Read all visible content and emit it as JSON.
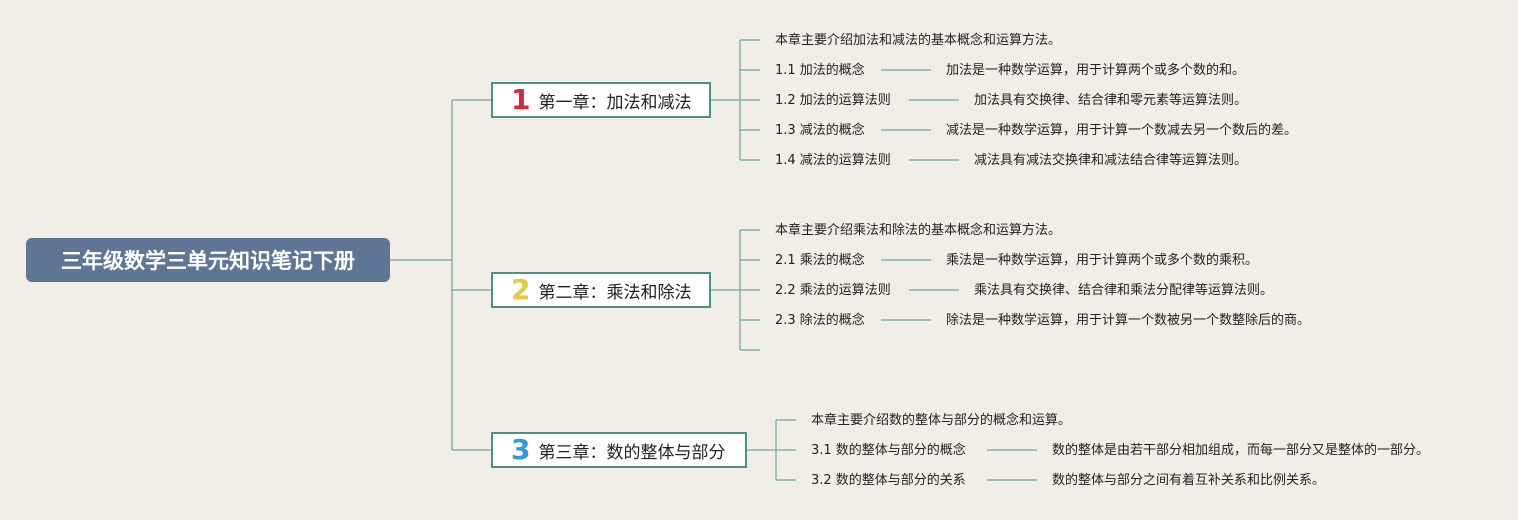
{
  "root": {
    "title": "三年级数学三单元知识笔记下册"
  },
  "colors": {
    "root_bg": "#5f7596",
    "line": "#4f8f86",
    "num1": "#d6283f",
    "num2": "#e9c83c",
    "num3": "#2f9bd6"
  },
  "chapters": [
    {
      "num": "1",
      "title": "第一章：加法和减法",
      "intro": "本章主要介绍加法和减法的基本概念和运算方法。",
      "sections": [
        {
          "label": "1.1 加法的概念",
          "desc": "加法是一种数学运算，用于计算两个或多个数的和。"
        },
        {
          "label": "1.2 加法的运算法则",
          "desc": "加法具有交换律、结合律和零元素等运算法则。"
        },
        {
          "label": "1.3 减法的概念",
          "desc": "减法是一种数学运算，用于计算一个数减去另一个数后的差。"
        },
        {
          "label": "1.4 减法的运算法则",
          "desc": "减法具有减法交换律和减法结合律等运算法则。"
        }
      ]
    },
    {
      "num": "2",
      "title": "第二章：乘法和除法",
      "intro": "本章主要介绍乘法和除法的基本概念和运算方法。",
      "sections": [
        {
          "label": "2.1 乘法的概念",
          "desc": "乘法是一种数学运算，用于计算两个或多个数的乘积。"
        },
        {
          "label": "2.2 乘法的运算法则",
          "desc": "乘法具有交换律、结合律和乘法分配律等运算法则。"
        },
        {
          "label": "2.3 除法的概念",
          "desc": "除法是一种数学运算，用于计算一个数被另一个数整除后的商。"
        }
      ]
    },
    {
      "num": "3",
      "title": "第三章：数的整体与部分",
      "intro": "本章主要介绍数的整体与部分的概念和运算。",
      "sections": [
        {
          "label": "3.1 数的整体与部分的概念",
          "desc": "数的整体是由若干部分相加组成，而每一部分又是整体的一部分。"
        },
        {
          "label": "3.2 数的整体与部分的关系",
          "desc": "数的整体与部分之间有着互补关系和比例关系。"
        }
      ]
    }
  ]
}
